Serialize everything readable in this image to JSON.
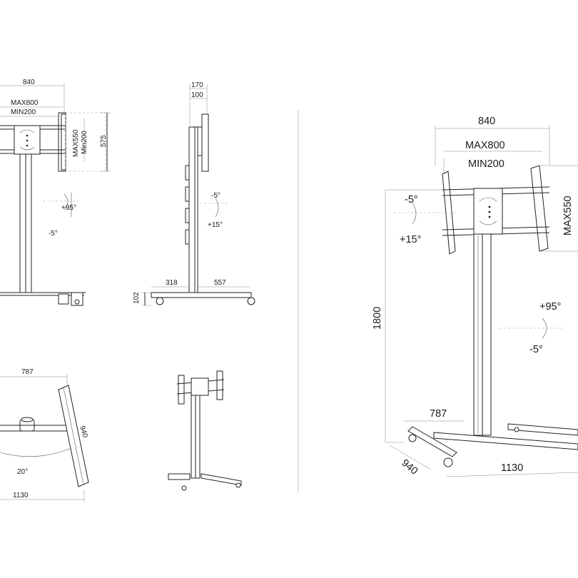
{
  "front_view": {
    "width_840": "840",
    "max800": "MAX800",
    "min200": "MIN200",
    "max550": "MAX550",
    "min200_vertical": "Min200",
    "height_575": "575",
    "tilt_up": "+95°",
    "tilt_down": "-5°"
  },
  "side_view": {
    "depth_170": "170",
    "depth_100": "100",
    "tilt_minus5": "-5°",
    "tilt_plus15": "+15°",
    "base_318": "318",
    "base_557": "557",
    "wheel_102": "102"
  },
  "top_view": {
    "width_787": "787",
    "depth_940": "940",
    "angle_20": "20°",
    "width_1130": "1130"
  },
  "perspective_view": {
    "width_840": "840",
    "max800": "MAX800",
    "min200": "MIN200",
    "max550": "MAX550",
    "tilt_minus5": "-5°",
    "tilt_plus15": "+15°",
    "height_1800": "1800",
    "rot_plus95": "+95°",
    "rot_minus5": "-5°",
    "base_787": "787",
    "base_940": "940",
    "base_1130": "1130"
  }
}
